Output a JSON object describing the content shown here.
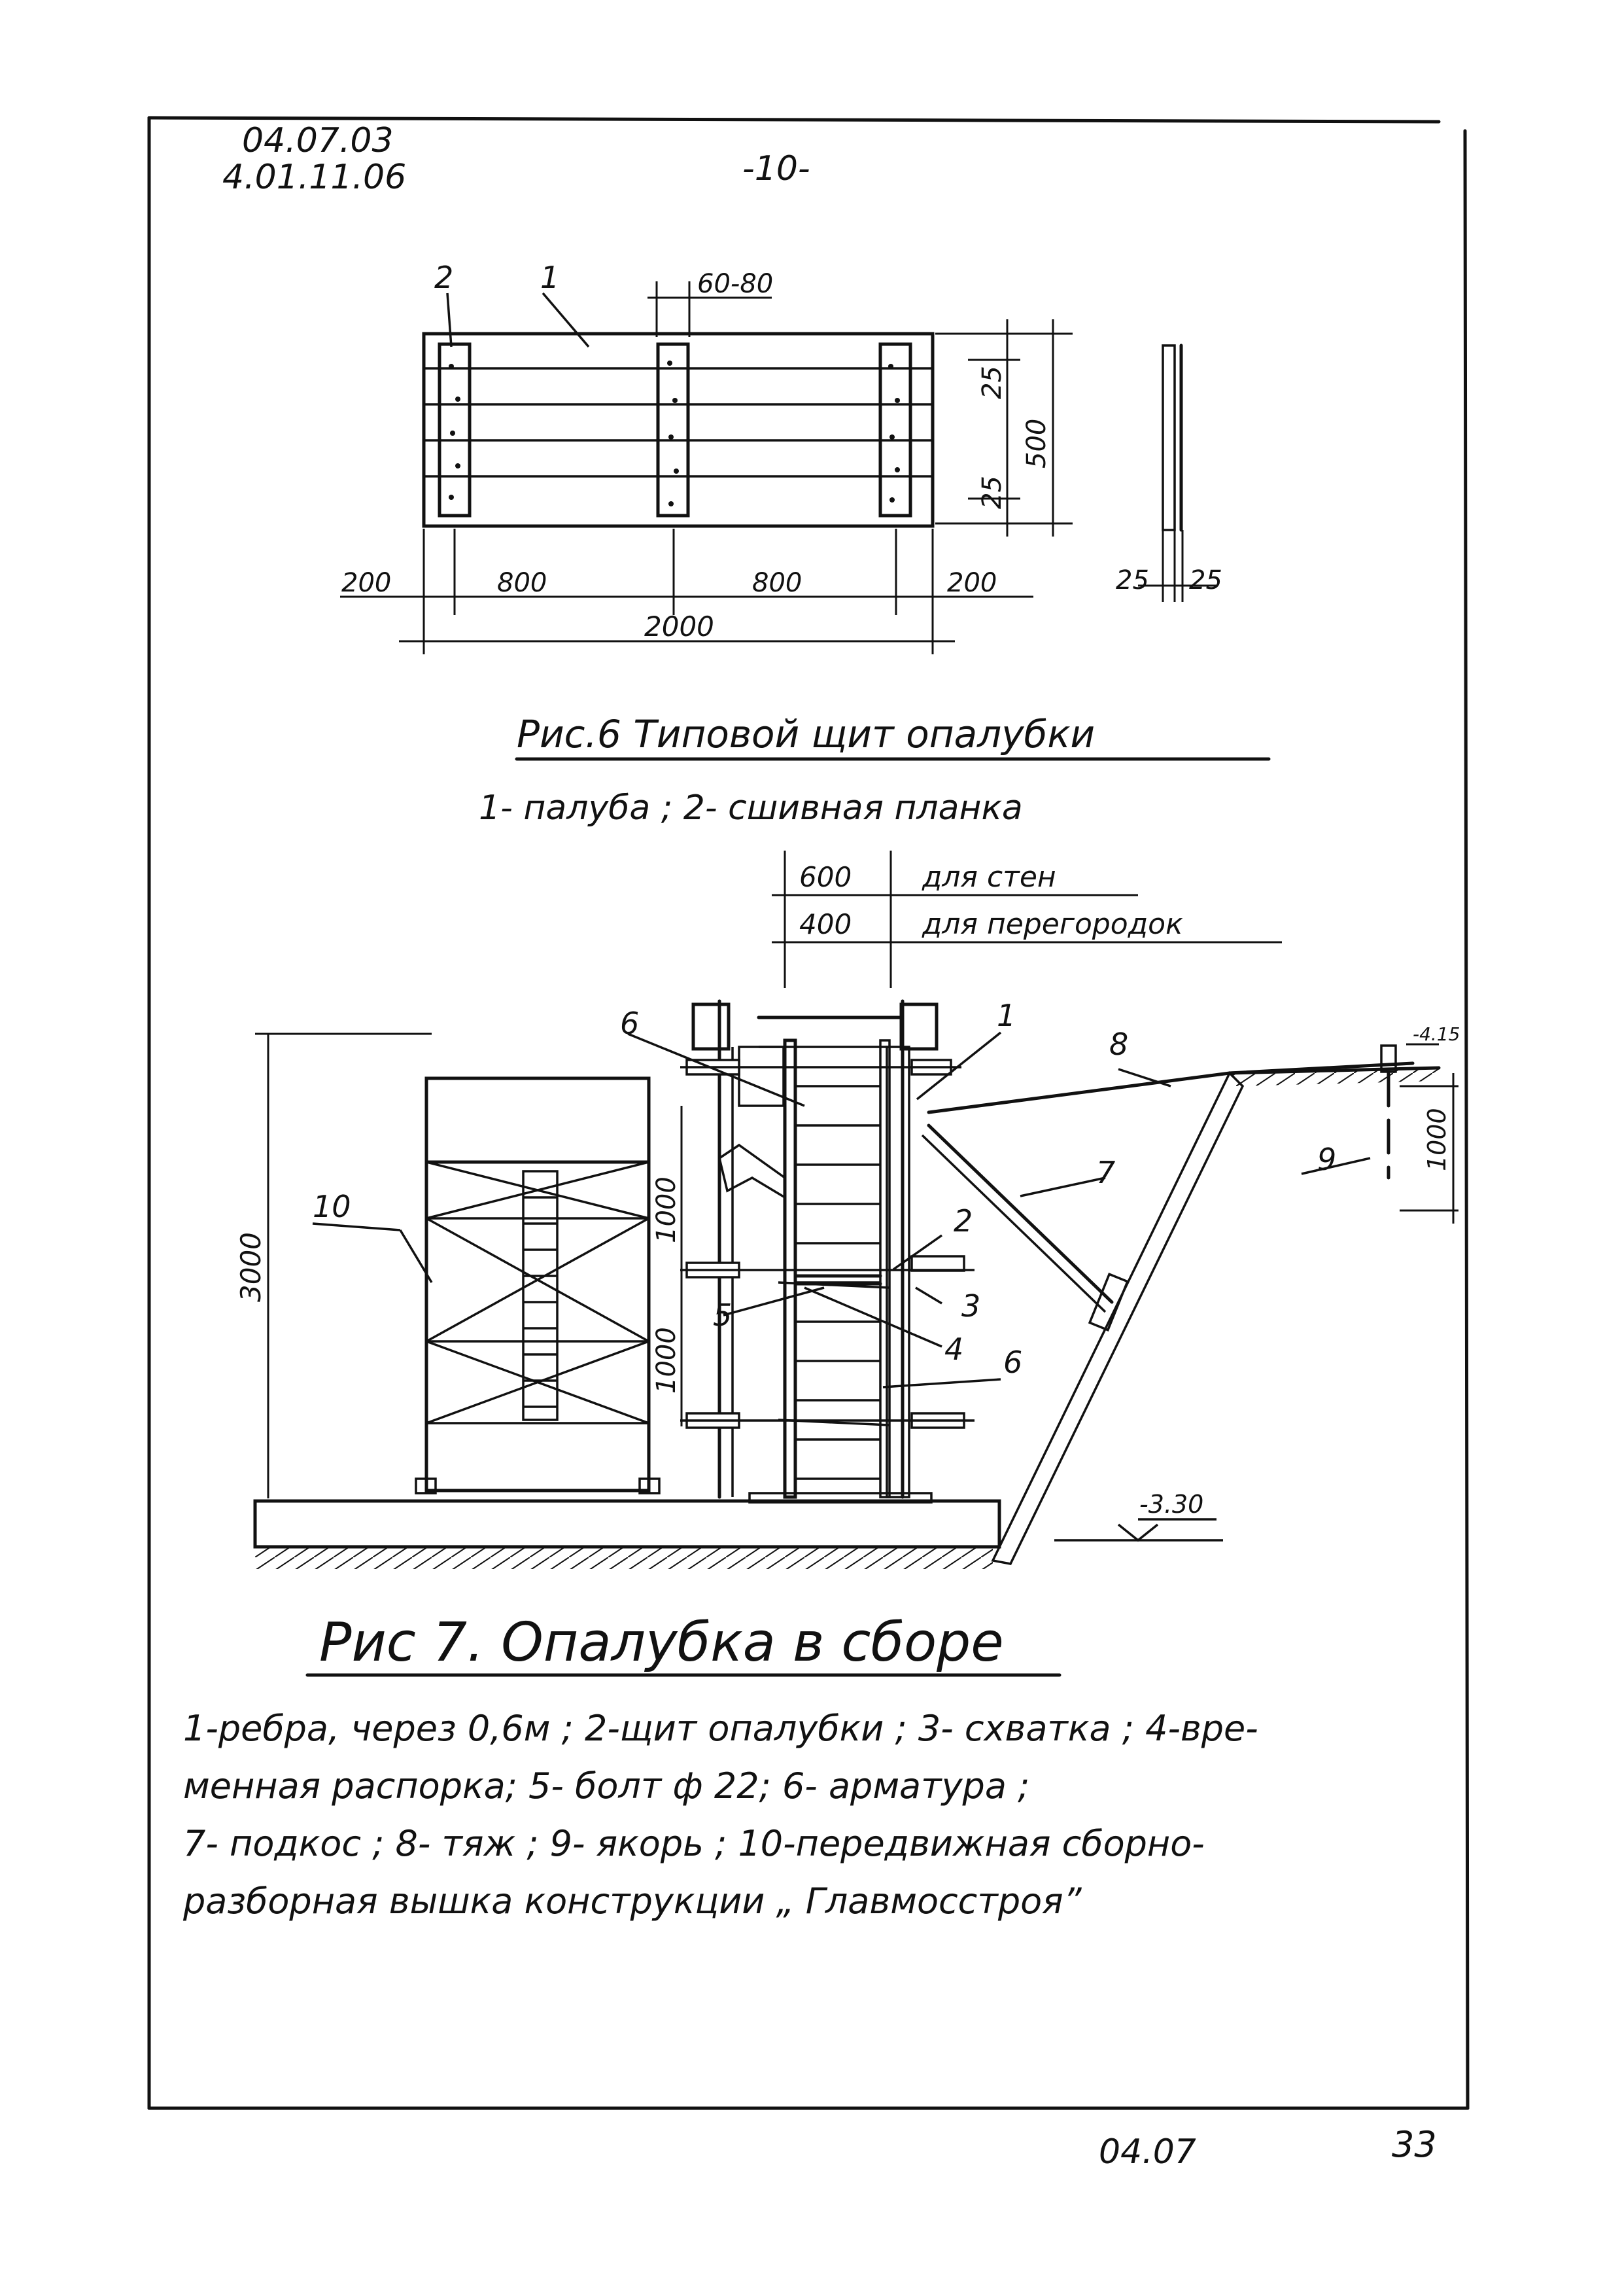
{
  "header": {
    "code_top": "04.07.03",
    "code_bottom": "4.01.11.06",
    "page_marker": "-10-"
  },
  "fig6": {
    "labels": {
      "planks": "1",
      "cleat": "2"
    },
    "dims": {
      "gap": "60-80",
      "top_edge": "25",
      "height": "500",
      "bottom_edge": "25",
      "left": "200",
      "mid1": "800",
      "mid2": "800",
      "right": "200",
      "total": "2000",
      "side_a": "25",
      "side_b": "25"
    },
    "caption": "Рис.6 Типовой щит опалубки",
    "legend": "1- палуба ;   2- сшивная планка"
  },
  "fig7": {
    "top_dims": {
      "dim1": "600",
      "dim1_note": "для стен",
      "dim2": "400",
      "dim2_note": "для перегородок"
    },
    "dims": {
      "height": "3000",
      "upper": "1000",
      "lower": "1000",
      "anchor": "1000",
      "level_top": "-4.15",
      "level_bottom": "-3.30"
    },
    "callouts": {
      "c1": "1",
      "c2": "2",
      "c3": "3",
      "c4": "4",
      "c5": "5",
      "c6a": "6",
      "c6b": "6",
      "c7": "7",
      "c8": "8",
      "c9": "9",
      "c10": "10"
    },
    "caption": "Рис 7. Опалубка в сборе",
    "legend_lines": [
      "1-ребра, через 0,6м ; 2-щит опалубки ; 3- схватка ; 4-вре-",
      "менная распорка; 5- болт ф 22;     6- арматура ;",
      "7- подкос ;  8- тяж ;   9- якорь ; 10-передвижная сборно-",
      "разборная вышка конструкции „ Главмосстроя”"
    ]
  },
  "footer": {
    "code": "04.07",
    "page": "33"
  }
}
